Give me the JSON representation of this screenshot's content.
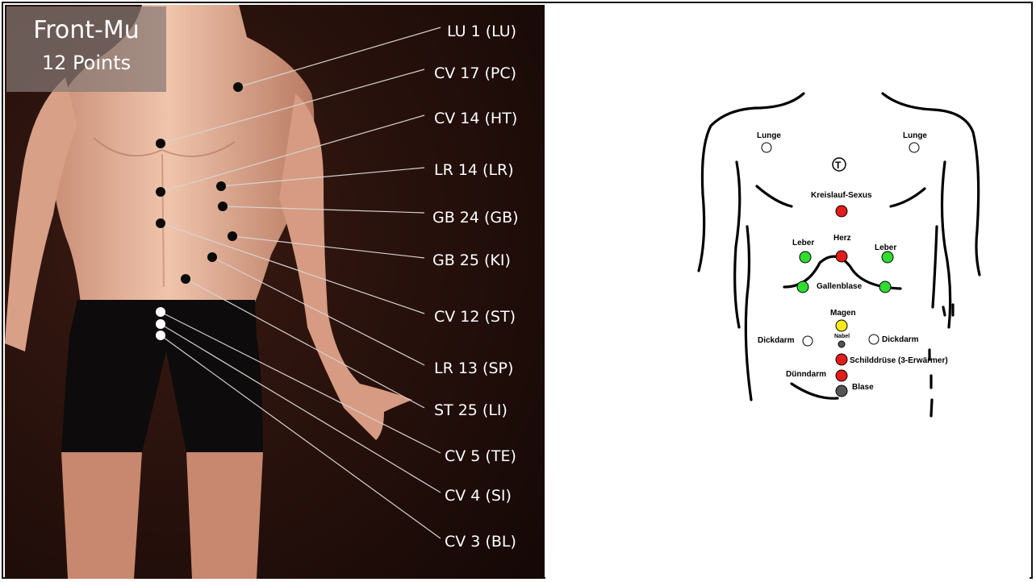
{
  "photo": {
    "title": "Front-Mu",
    "subtitle": "12 Points",
    "points": [
      {
        "label": "LU 1 (LU)"
      },
      {
        "label": "CV 17 (PC)"
      },
      {
        "label": "CV 14 (HT)"
      },
      {
        "label": "LR 14 (LR)"
      },
      {
        "label": "GB 24 (GB)"
      },
      {
        "label": "GB 25 (KI)"
      },
      {
        "label": "CV 12 (ST)"
      },
      {
        "label": "LR 13 (SP)"
      },
      {
        "label": "ST 25 (LI)"
      },
      {
        "label": "CV 5 (TE)"
      },
      {
        "label": "CV 4 (SI)"
      },
      {
        "label": "CV 3 (BL)"
      }
    ]
  },
  "chart": {
    "labels": {
      "lunge_left": "Lunge",
      "lunge_right": "Lunge",
      "t_symbol": "T",
      "kreislauf": "Kreislauf-Sexus",
      "herz": "Herz",
      "leber_left": "Leber",
      "leber_right": "Leber",
      "gallenblase": "Gallenblase",
      "magen": "Magen",
      "nabel": "Nabel",
      "dickdarm_left": "Dickdarm",
      "dickdarm_right": "Dickdarm",
      "schilddruese": "Schilddrüse (3-Erwärmer)",
      "duenndarm": "Dünndarm",
      "blase": "Blase"
    },
    "colors": {
      "red": "#e21b1b",
      "green": "#2fdc2f",
      "yellow": "#f4ea1c",
      "grey": "#555555",
      "white": "#ffffff"
    }
  }
}
